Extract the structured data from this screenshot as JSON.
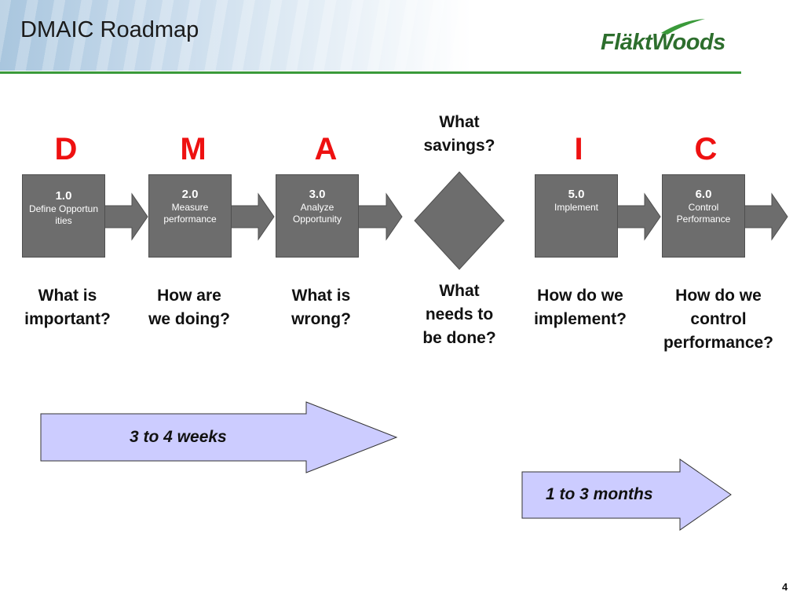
{
  "header": {
    "title": "DMAIC Roadmap",
    "logo_text": "FläktWoods"
  },
  "colors": {
    "accent_green": "#3a9a3a",
    "phase_letter": "#ee1111",
    "step_box": "#6d6d6d",
    "timeline_fill": "#ccccff"
  },
  "phases": [
    {
      "letter": "D"
    },
    {
      "letter": "M"
    },
    {
      "letter": "A"
    },
    {
      "letter": "I"
    },
    {
      "letter": "C"
    }
  ],
  "steps": [
    {
      "number": "1.0",
      "label": "Define Opportunities"
    },
    {
      "number": "2.0",
      "label": "Measure performance"
    },
    {
      "number": "3.0",
      "label": "Analyze Opportunity"
    },
    {
      "number": "5.0",
      "label": "Implement"
    },
    {
      "number": "6.0",
      "label": "Control Performance"
    }
  ],
  "decision": {
    "top_question_line1": "What",
    "top_question_line2": "savings?"
  },
  "questions": [
    {
      "line1": "What is",
      "line2": "important?",
      "line3": ""
    },
    {
      "line1": "How are",
      "line2": "we doing?",
      "line3": ""
    },
    {
      "line1": "What is",
      "line2": "wrong?",
      "line3": ""
    },
    {
      "line1": "What",
      "line2": "needs to",
      "line3": "be done?"
    },
    {
      "line1": "How do we",
      "line2": "implement?",
      "line3": ""
    },
    {
      "line1": "How do we",
      "line2": "control",
      "line3": "performance?"
    }
  ],
  "timelines": [
    {
      "label": "3 to 4 weeks"
    },
    {
      "label": "1 to 3 months"
    }
  ],
  "page_number": "4"
}
